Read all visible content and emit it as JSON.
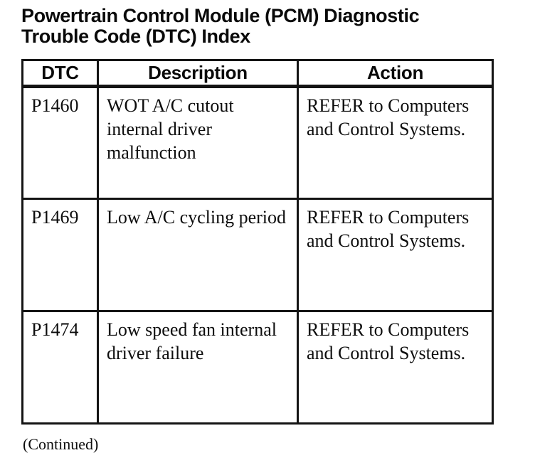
{
  "page": {
    "title_line1": "Powertrain Control Module (PCM) Diagnostic",
    "title_line2": "Trouble Code (DTC) Index",
    "continued_note": "(Continued)"
  },
  "table": {
    "columns": [
      "DTC",
      "Description",
      "Action"
    ],
    "rows": [
      {
        "dtc": "P1460",
        "description": "WOT A/C cutout internal driver malfunction",
        "action": "REFER to Computers and Control Systems."
      },
      {
        "dtc": "P1469",
        "description": "Low A/C cycling period",
        "action": "REFER to Computers and Control Systems."
      },
      {
        "dtc": "P1474",
        "description": "Low speed fan internal driver failure",
        "action": "REFER to Computers and Control Systems."
      }
    ]
  },
  "colors": {
    "text": "#0b0b0b",
    "background": "#ffffff",
    "border": "#141414"
  }
}
